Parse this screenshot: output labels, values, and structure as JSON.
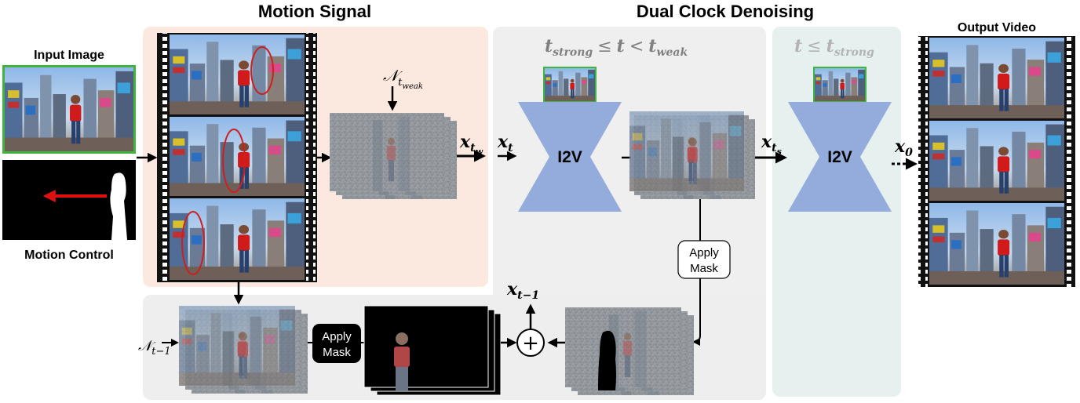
{
  "sections": {
    "motion_signal": "Motion Signal",
    "dual_clock": "Dual Clock Denoising"
  },
  "labels": {
    "input_image": "Input Image",
    "motion_control": "Motion Control",
    "output_video": "Output Video",
    "i2v": "I2V",
    "apply_mask_line1": "Apply",
    "apply_mask_line2": "Mask"
  },
  "math": {
    "cond_weak_t": "t",
    "cond_weak_sub_strong": "strong",
    "cond_weak_op1": "≤",
    "cond_weak_mid": "t",
    "cond_weak_op2": "<",
    "cond_weak_t2": "t",
    "cond_weak_sub_weak": "weak",
    "cond_strong_t": "t",
    "cond_strong_op": "≤",
    "cond_strong_t2": "t",
    "cond_strong_sub": "strong",
    "noise_weak_base": "𝒩",
    "noise_weak_sub_t": "t",
    "noise_weak_sub_sub": "weak",
    "noise_prev_base": "𝒩",
    "noise_prev_sub": "t−1",
    "x": "x",
    "x_tw_sub_t": "t",
    "x_tw_sub_sub": "w",
    "x_t_sub": "t",
    "x_ts_sub_t": "t",
    "x_ts_sub_sub": "s",
    "x_0_sub": "0",
    "x_prev_sub": "t−1",
    "plus": "+"
  },
  "colors": {
    "motion_bg": "#fbe8df",
    "dual_bg": "#efefef",
    "strong_bg": "#e6f1ef",
    "bottom_bg": "#eeeeee",
    "i2v": "#93acdc",
    "green_border": "#3fb43f",
    "arrow_red": "#e01010",
    "cond_text": "#808080"
  }
}
